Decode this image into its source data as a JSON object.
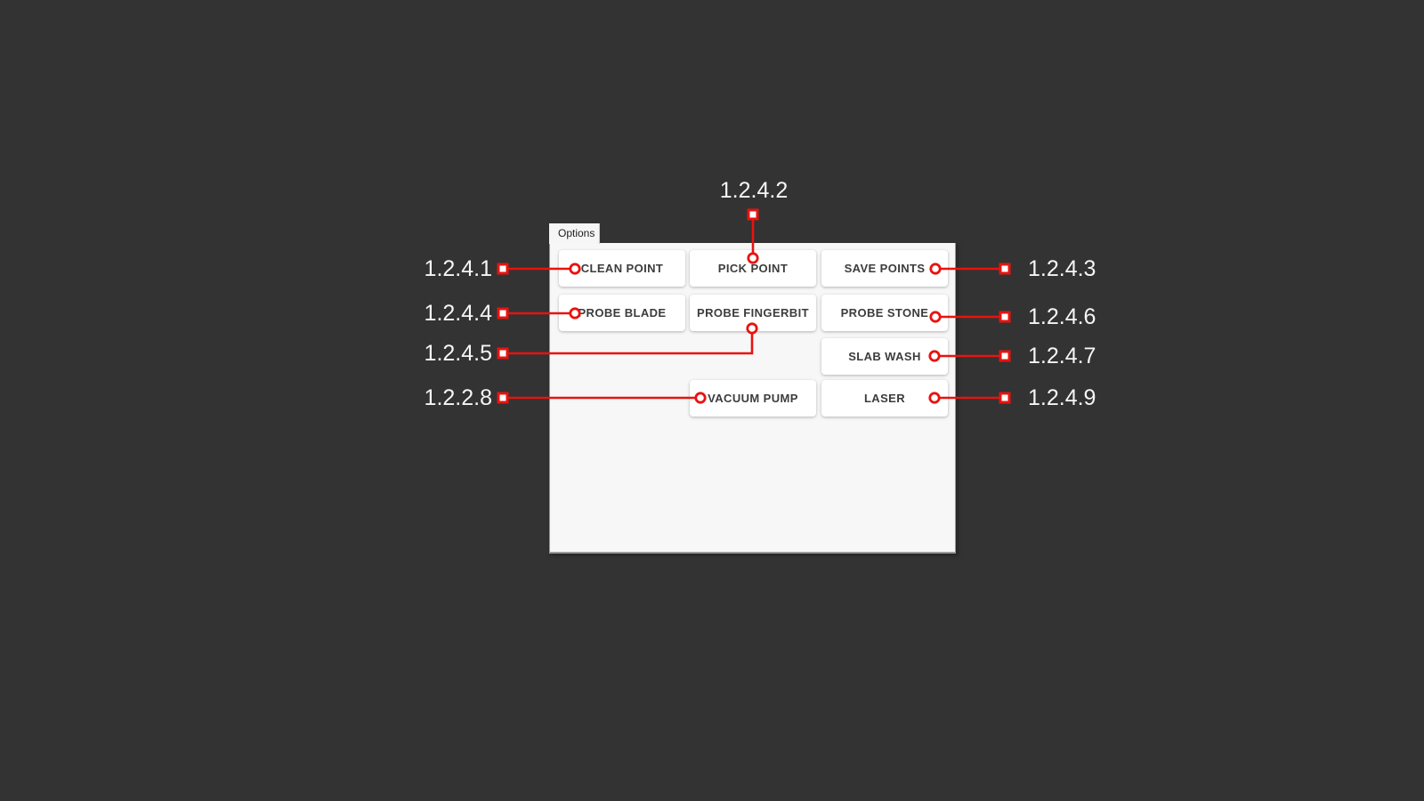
{
  "window": {
    "tab_label": "Options"
  },
  "colors": {
    "background": "#333333",
    "panel": "#f7f7f7",
    "button_bg": "#ffffff",
    "button_text": "#3c3c3c",
    "accent_red": "#e8130f",
    "callout_text": "#f5f5f5"
  },
  "buttons": [
    {
      "id": "clean-point",
      "label": "CLEAN POINT"
    },
    {
      "id": "pick-point",
      "label": "PICK POINT"
    },
    {
      "id": "save-points",
      "label": "SAVE POINTS"
    },
    {
      "id": "probe-blade",
      "label": "PROBE BLADE"
    },
    {
      "id": "probe-fingerbit",
      "label": "PROBE FINGERBIT"
    },
    {
      "id": "probe-stone",
      "label": "PROBE STONE"
    },
    {
      "id": "slab-wash",
      "label": "SLAB WASH"
    },
    {
      "id": "vacuum-pump",
      "label": "VACUUM PUMP"
    },
    {
      "id": "laser",
      "label": "LASER"
    }
  ],
  "callouts": [
    {
      "label": "1.2.4.1",
      "target": "CLEAN POINT",
      "side": "left"
    },
    {
      "label": "1.2.4.2",
      "target": "PICK POINT",
      "side": "top"
    },
    {
      "label": "1.2.4.3",
      "target": "SAVE POINTS",
      "side": "right"
    },
    {
      "label": "1.2.4.4",
      "target": "PROBE BLADE",
      "side": "left"
    },
    {
      "label": "1.2.4.5",
      "target": "PROBE FINGERBIT",
      "side": "left"
    },
    {
      "label": "1.2.4.6",
      "target": "PROBE STONE",
      "side": "right"
    },
    {
      "label": "1.2.4.7",
      "target": "SLAB WASH",
      "side": "right"
    },
    {
      "label": "1.2.2.8",
      "target": "VACUUM PUMP",
      "side": "left"
    },
    {
      "label": "1.2.4.9",
      "target": "LASER",
      "side": "right"
    }
  ]
}
